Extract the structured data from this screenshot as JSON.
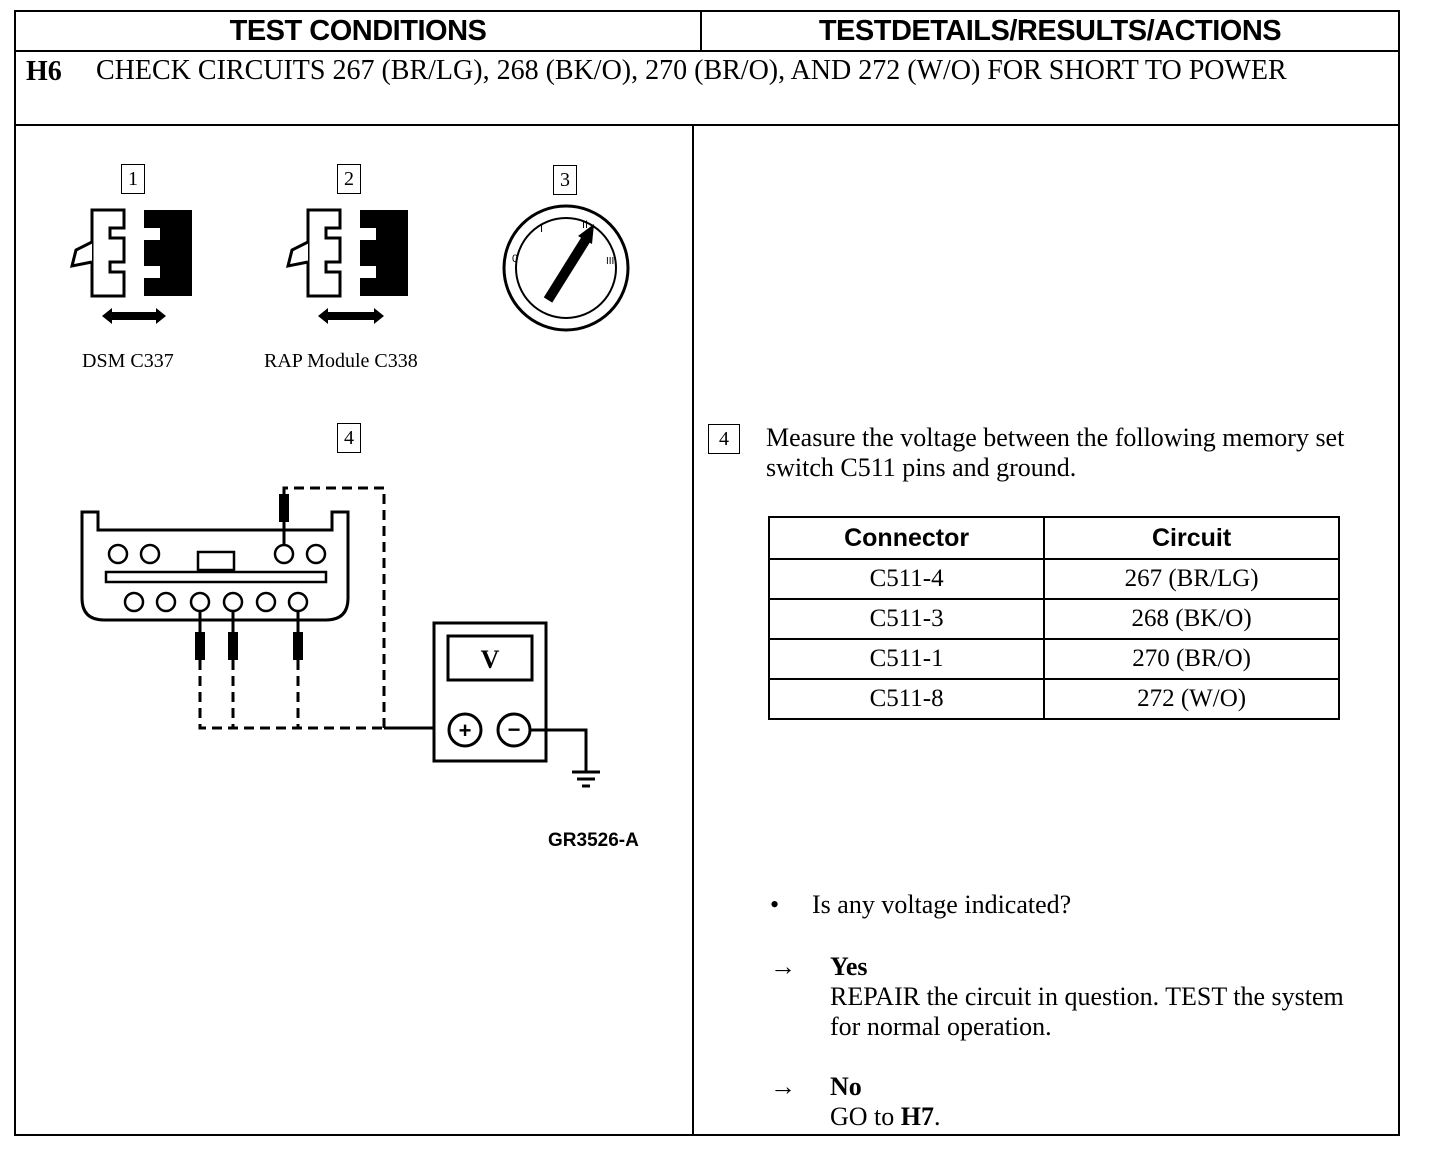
{
  "header": {
    "left_title": "TEST CONDITIONS",
    "right_title": "TESTDETAILS/RESULTS/ACTIONS"
  },
  "step": {
    "id": "H6",
    "title": "CHECK CIRCUITS 267 (BR/LG), 268 (BK/O), 270 (BR/O), AND 272 (W/O) FOR SHORT TO POWER"
  },
  "diagram": {
    "callouts": [
      "1",
      "2",
      "3",
      "4"
    ],
    "labels": {
      "dsm": "DSM C337",
      "rap": "RAP Module C338",
      "figure_id": "GR3526-A"
    },
    "meter_label": "V",
    "meter_plus": "+",
    "meter_minus": "−",
    "switch_marks": [
      "0",
      "I",
      "II",
      "III"
    ]
  },
  "details": {
    "step_number": "4",
    "instruction": "Measure the voltage between the following memory set switch C511 pins and ground.",
    "table": {
      "headers": [
        "Connector",
        "Circuit"
      ],
      "rows": [
        [
          "C511-4",
          "267 (BR/LG)"
        ],
        [
          "C511-3",
          "268 (BK/O)"
        ],
        [
          "C511-1",
          "270 (BR/O)"
        ],
        [
          "C511-8",
          "272 (W/O)"
        ]
      ]
    },
    "question": "Is any voltage indicated?",
    "bullet": "•",
    "arrow": "→",
    "yes_label": "Yes",
    "yes_text": "REPAIR the circuit in question. TEST the system for normal operation.",
    "no_label": "No",
    "no_text_prefix": "GO to ",
    "no_text_target": "H7",
    "no_text_suffix": "."
  }
}
